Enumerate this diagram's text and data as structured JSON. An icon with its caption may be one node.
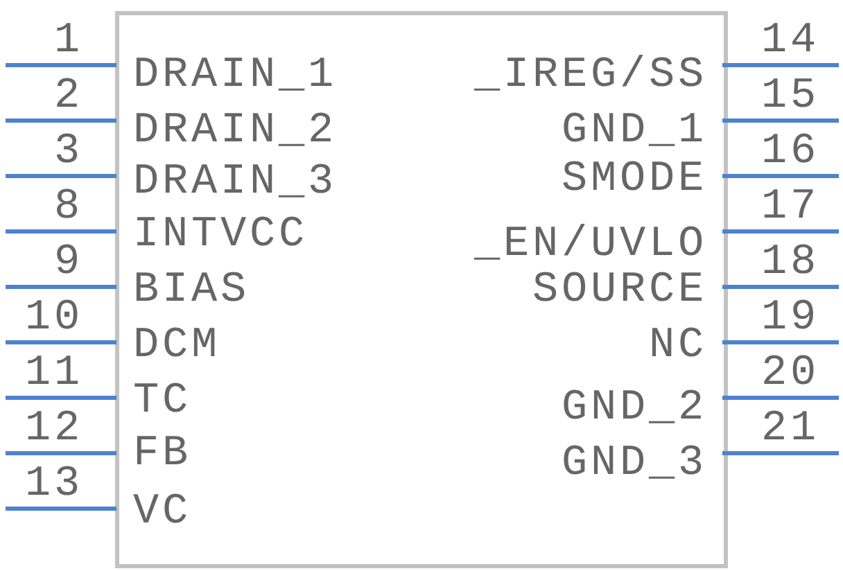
{
  "diagram": {
    "nodes": [
      {
        "text": [],
        "shape": "box"
      }
    ],
    "labels": [
      "1",
      "2",
      "3",
      "8",
      "9",
      "10",
      "11",
      "12",
      "13",
      "DRAIN_1",
      "DRAIN_2",
      "DRAIN_3",
      "INTVCC",
      "BIAS",
      "DCM",
      "TC",
      "FB",
      "VC",
      "_IREG/SS",
      "GND_1",
      "SMODE",
      "_EN/UVLO",
      "SOURCE",
      "NC",
      "GND_2",
      "GND_3",
      "14",
      "15",
      "16",
      "17",
      "18",
      "19",
      "20",
      "21"
    ]
  }
}
